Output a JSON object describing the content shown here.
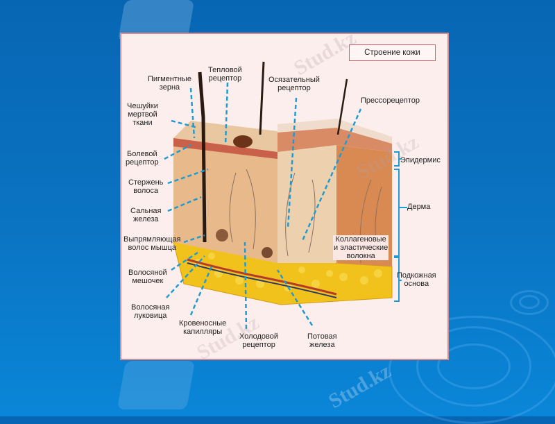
{
  "slide": {
    "background_color": "#0a74c2",
    "watermark": "Stud.kz"
  },
  "diagram": {
    "title": "Строение кожи",
    "labels_left": [
      {
        "id": "pigment",
        "text": "Пигментные\nзерна"
      },
      {
        "id": "scales",
        "text": "Чешуйки\nмертвой\nткани"
      },
      {
        "id": "pain",
        "text": "Болевой\nрецептор"
      },
      {
        "id": "shaft",
        "text": "Стержень\nволоса"
      },
      {
        "id": "sebaceous",
        "text": "Сальная\nжелеза"
      },
      {
        "id": "erector",
        "text": "Выпрямляющая\nволос мышца"
      },
      {
        "id": "follicle",
        "text": "Волосяной\nмешочек"
      },
      {
        "id": "bulb",
        "text": "Волосяная\nлуковица"
      }
    ],
    "labels_top": [
      {
        "id": "heat",
        "text": "Тепловой\nрецептор"
      },
      {
        "id": "touch",
        "text": "Осязательный\nрецептор"
      },
      {
        "id": "pressure",
        "text": "Прессорецептор"
      }
    ],
    "labels_bottom": [
      {
        "id": "capillaries",
        "text": "Кровеносные\nкапилляры"
      },
      {
        "id": "cold",
        "text": "Холодовой\nрецептор"
      },
      {
        "id": "sweat",
        "text": "Потовая\nжелеза"
      }
    ],
    "labels_right": [
      {
        "id": "epidermis",
        "text": "Эпидермис"
      },
      {
        "id": "dermis",
        "text": "Дерма"
      },
      {
        "id": "fibers",
        "text": "Коллагеновые\nи эластические\nволокна"
      },
      {
        "id": "subcutaneous",
        "text": "Подкожная\nоснова"
      }
    ],
    "colors": {
      "leader_line": "#1f9bd1",
      "frame_border": "#d98a8f",
      "card_bg": "#fceeed",
      "epidermis": "#e2a87a",
      "dermis": "#e8b98a",
      "fat": "#f2c21c",
      "hair": "#2a1a12"
    }
  }
}
